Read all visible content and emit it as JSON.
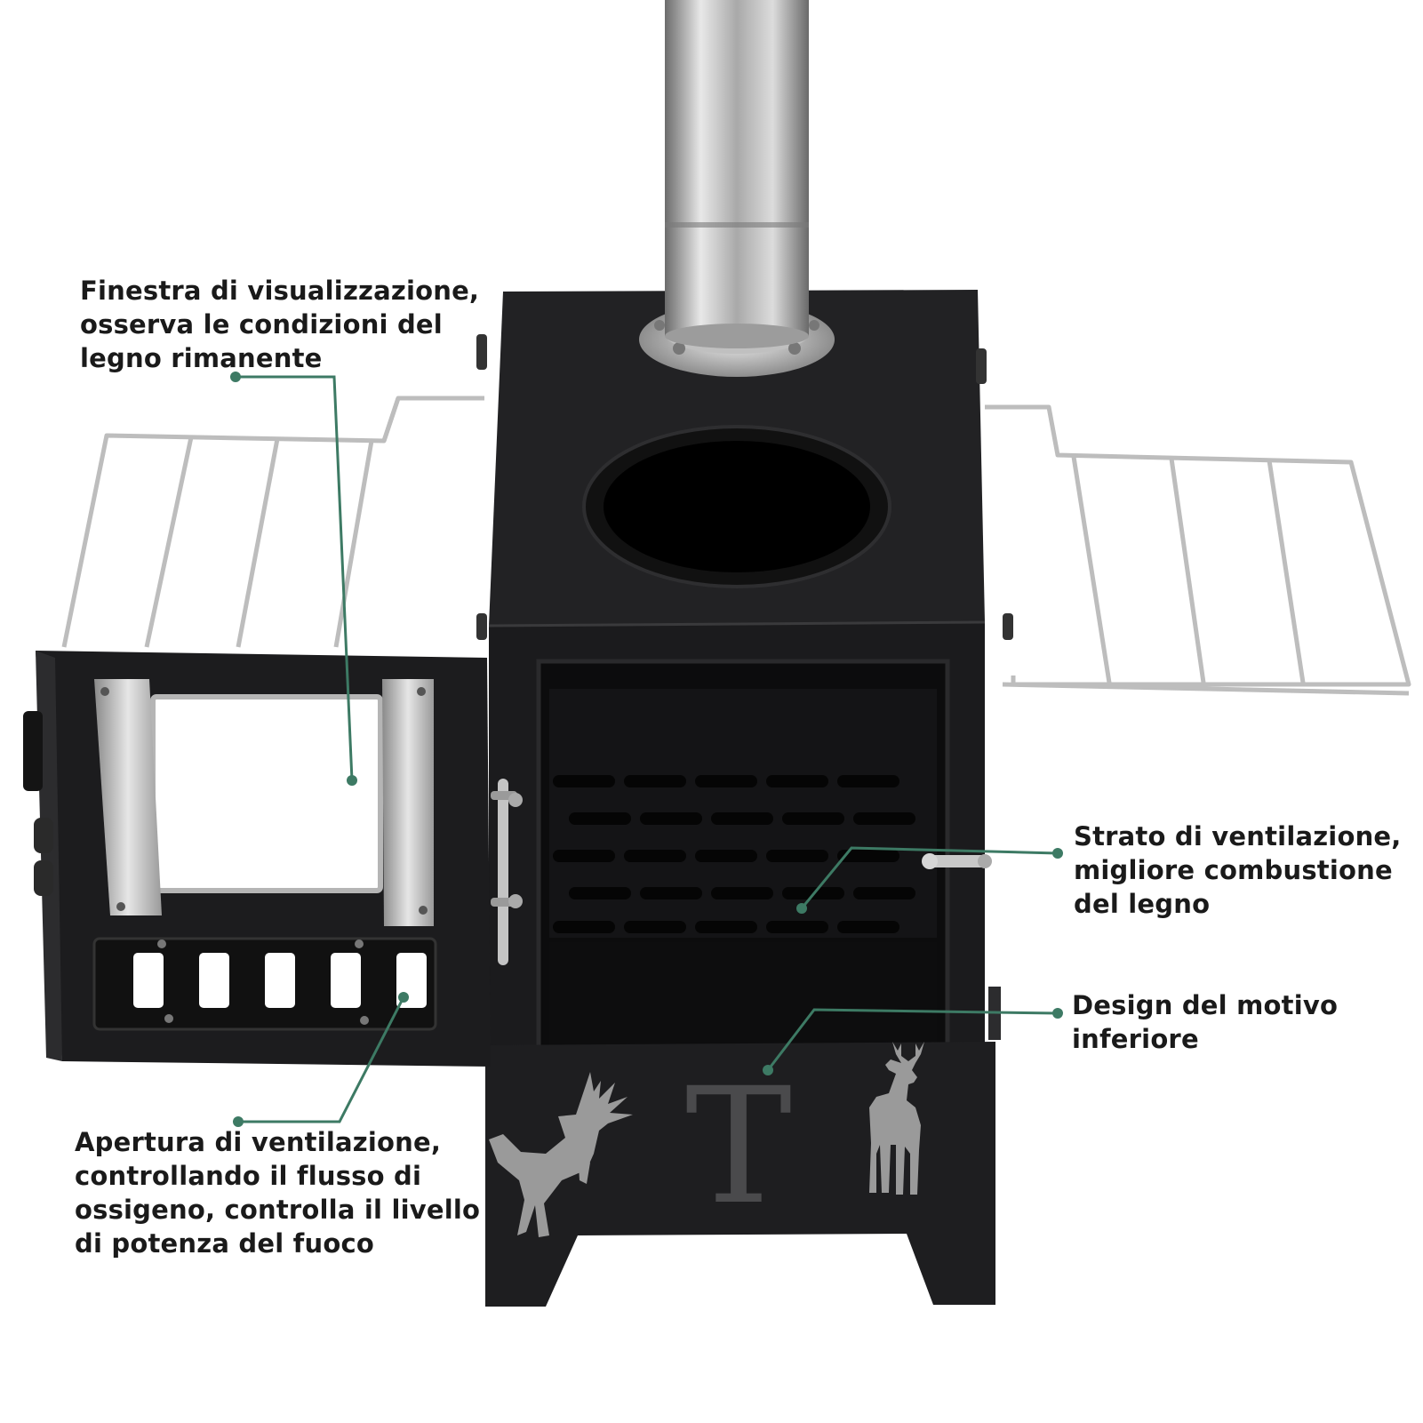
{
  "colors": {
    "leader_line": "#3d7a64",
    "stove_body": "#1d1d1f",
    "chrome": "#c9c9c9",
    "silver_motif": "#9a9a9a"
  },
  "callouts": {
    "viewing_window": {
      "lines": [
        "Finestra di visualizzazione,",
        "osserva le condizioni del",
        "legno rimanente"
      ]
    },
    "ventilation_layer": {
      "lines": [
        "Strato di ventilazione,",
        "migliore combustione",
        "del legno"
      ]
    },
    "bottom_pattern": {
      "lines": [
        "Design del motivo",
        "inferiore"
      ]
    },
    "ventilation_opening": {
      "lines": [
        "Apertura di ventilazione,",
        "controllando il flusso di",
        "ossigeno, controlla il livello",
        "di potenza del fuoco"
      ]
    }
  },
  "motif": {
    "letter": "T",
    "left_icon": "rearing-deer-icon",
    "right_icon": "standing-deer-icon"
  }
}
